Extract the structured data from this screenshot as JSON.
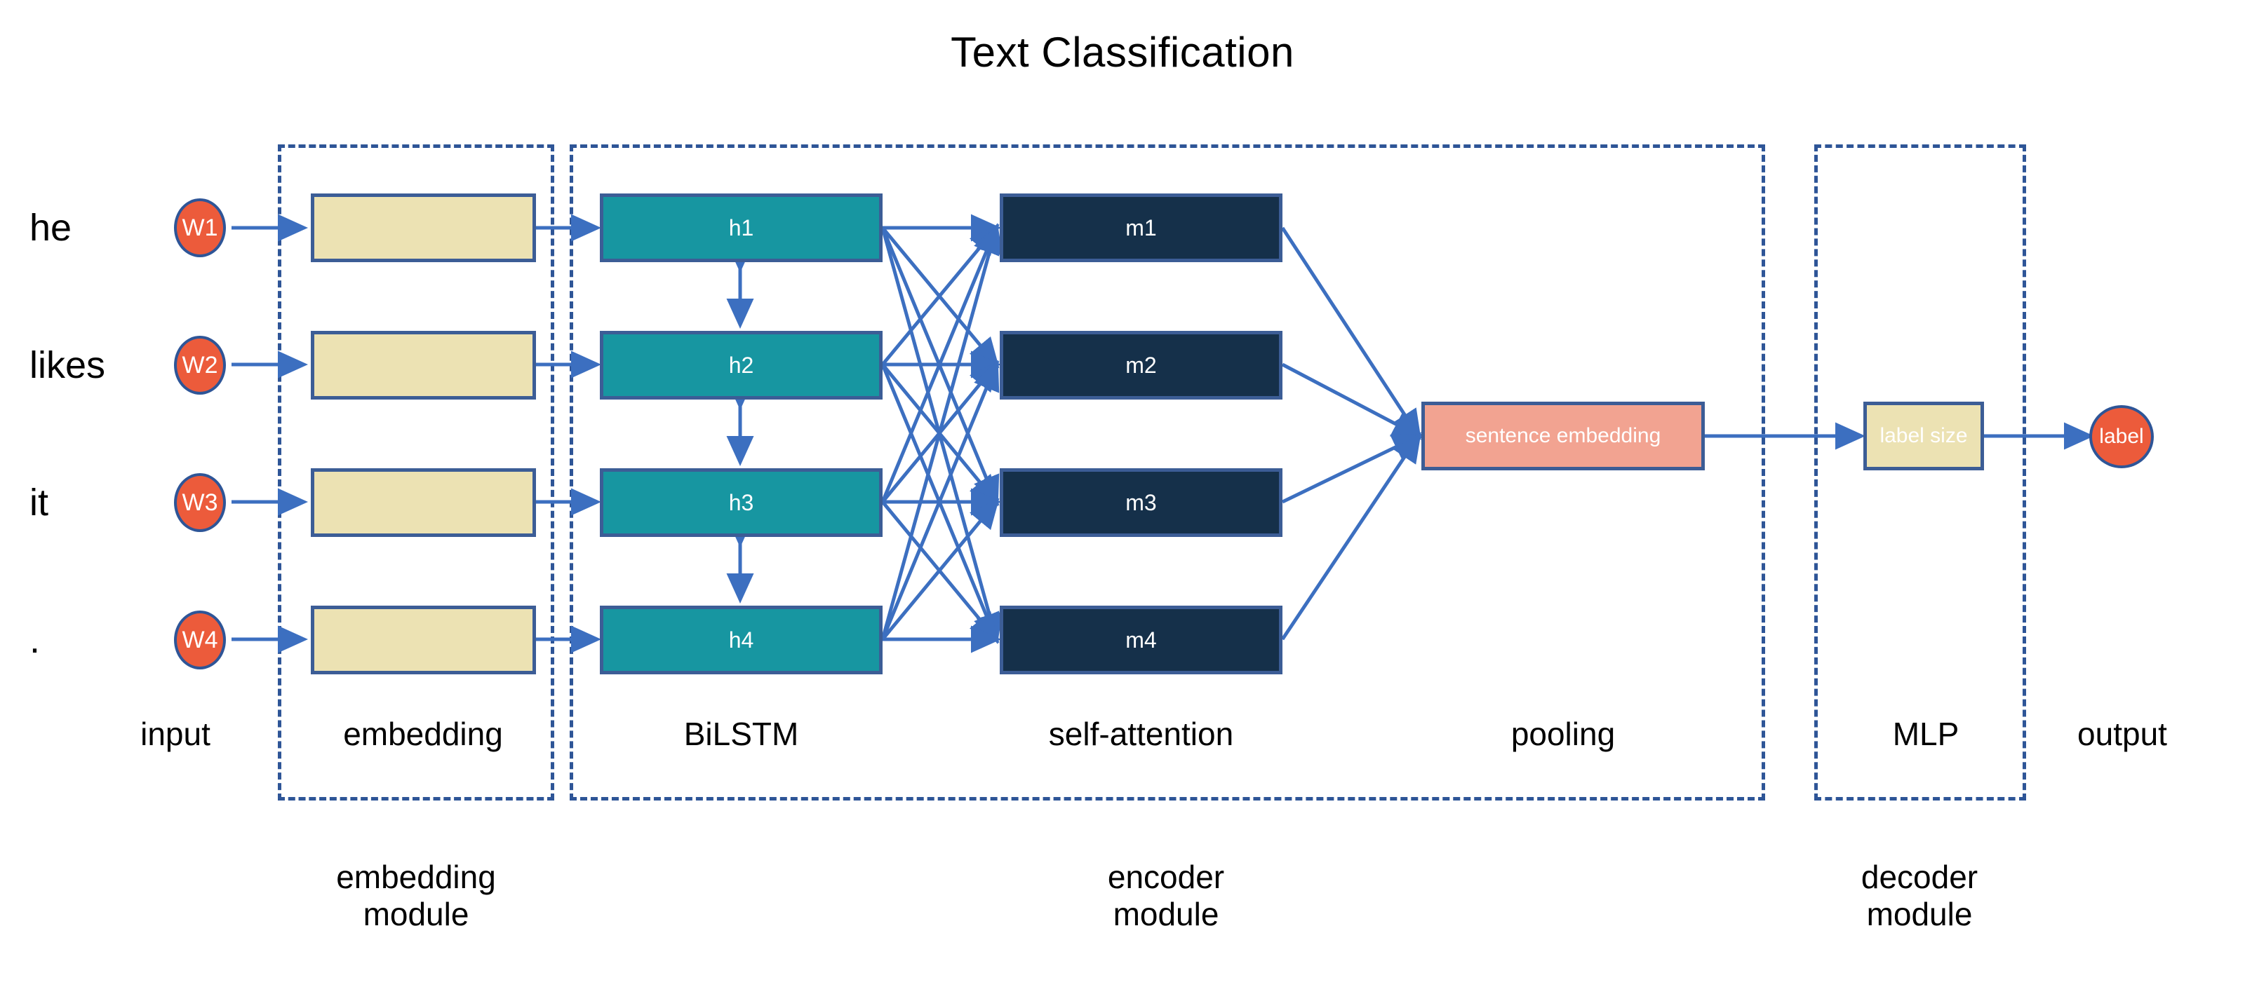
{
  "title": "Text Classification",
  "colors": {
    "accent_blue": "#3c6fc0",
    "frame_blue": "#2e5597",
    "token_orange": "#ec5b3b",
    "embedding_cream": "#ece2b3",
    "lstm_teal": "#1796a1",
    "attention_navy": "#15304a",
    "pooling_salmon": "#f2a391",
    "background": "#ffffff",
    "text_black": "#000000",
    "node_text_white": "#ffffff"
  },
  "input": {
    "words": [
      "he",
      "likes",
      "it",
      "."
    ],
    "tokens": [
      "W1",
      "W2",
      "W3",
      "W4"
    ]
  },
  "embedding": {
    "cells": [
      "",
      "",
      "",
      ""
    ]
  },
  "bilstm": {
    "cells": [
      "h1",
      "h2",
      "h3",
      "h4"
    ]
  },
  "self_attention": {
    "cells": [
      "m1",
      "m2",
      "m3",
      "m4"
    ]
  },
  "pooling": {
    "cell": "sentence embedding"
  },
  "mlp": {
    "cell": "label size"
  },
  "output": {
    "cell": "label"
  },
  "stage_labels": [
    "input",
    "embedding",
    "BiLSTM",
    "self-attention",
    "pooling",
    "MLP",
    "output"
  ],
  "module_labels": [
    {
      "line1": "embedding",
      "line2": "module"
    },
    {
      "line1": "encoder",
      "line2": "module"
    },
    {
      "line1": "decoder",
      "line2": "module"
    }
  ]
}
